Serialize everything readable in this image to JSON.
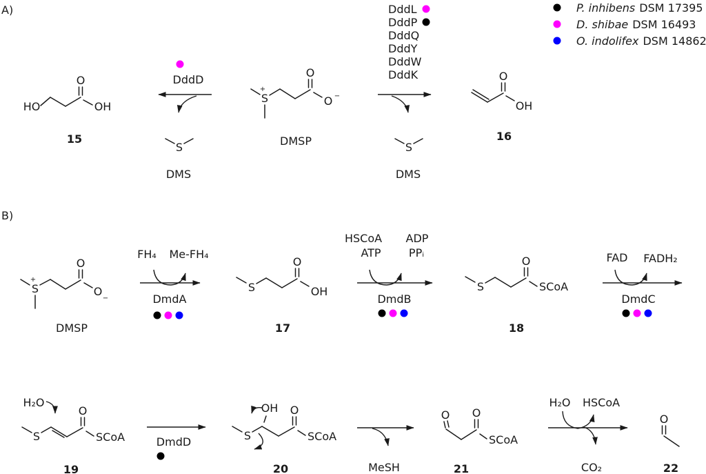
{
  "colors": {
    "black": "#000000",
    "magenta": "#ff00ff",
    "blue": "#0000ff",
    "bond": "#1a1a1a"
  },
  "panels": {
    "a": "A)",
    "b": "B)"
  },
  "legend": {
    "items": [
      {
        "color": "#000000",
        "species": "P. inhibens",
        "strain": "DSM 17395"
      },
      {
        "color": "#ff00ff",
        "species": "D. shibae",
        "strain": "DSM 16493"
      },
      {
        "color": "#0000ff",
        "species": "O. indolifex",
        "strain": "DSM 14862"
      }
    ]
  },
  "enzymes": {
    "dddd": "DddD",
    "lyases": [
      "DddL",
      "DddP",
      "DddQ",
      "DddY",
      "DddW",
      "DddK"
    ],
    "dmda": "DmdA",
    "dmdb": "DmdB",
    "dmdc": "DmdC",
    "dmdd": "DmdD"
  },
  "cofactors": {
    "fh4": "FH₄",
    "mefh4": "Me-FH₄",
    "hscoa": "HSCoA",
    "atp": "ATP",
    "adp": "ADP",
    "ppi": "PPᵢ",
    "fad": "FAD",
    "fadh2": "FADH₂",
    "h2o": "H₂O",
    "mesh": "MeSH",
    "co2": "CO₂"
  },
  "compounds": {
    "dmsp": "DMSP",
    "dms": "DMS",
    "c15": "15",
    "c16": "16",
    "c17": "17",
    "c18": "18",
    "c19": "19",
    "c20": "20",
    "c21": "21",
    "c22": "22"
  },
  "atoms": {
    "o": "O",
    "oh": "OH",
    "ho": "HO",
    "s": "S",
    "scoa": "SCoA",
    "plus": "+",
    "minus": "−"
  }
}
